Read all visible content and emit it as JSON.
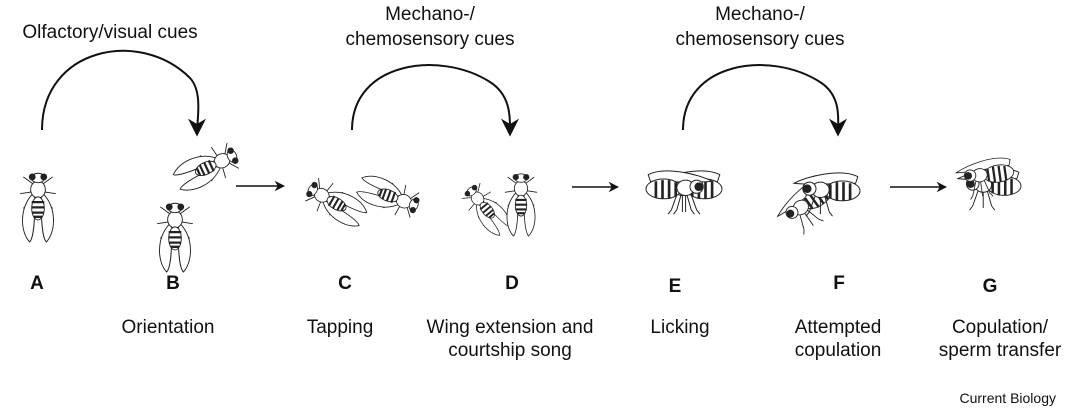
{
  "cues": {
    "first": "Olfactory/visual cues",
    "second": [
      "Mechano-/",
      "chemosensory cues"
    ],
    "third": [
      "Mechano-/",
      "chemosensory cues"
    ]
  },
  "stages": [
    {
      "letter": "A",
      "label": []
    },
    {
      "letter": "B",
      "label": [
        "Orientation"
      ]
    },
    {
      "letter": "C",
      "label": [
        "Tapping"
      ]
    },
    {
      "letter": "D",
      "label": [
        "Wing extension and",
        "courtship song"
      ]
    },
    {
      "letter": "E",
      "label": [
        "Licking"
      ]
    },
    {
      "letter": "F",
      "label": [
        "Attempted",
        "copulation"
      ]
    },
    {
      "letter": "G",
      "label": [
        "Copulation/",
        "sperm transfer"
      ]
    }
  ],
  "credit": "Current Biology"
}
